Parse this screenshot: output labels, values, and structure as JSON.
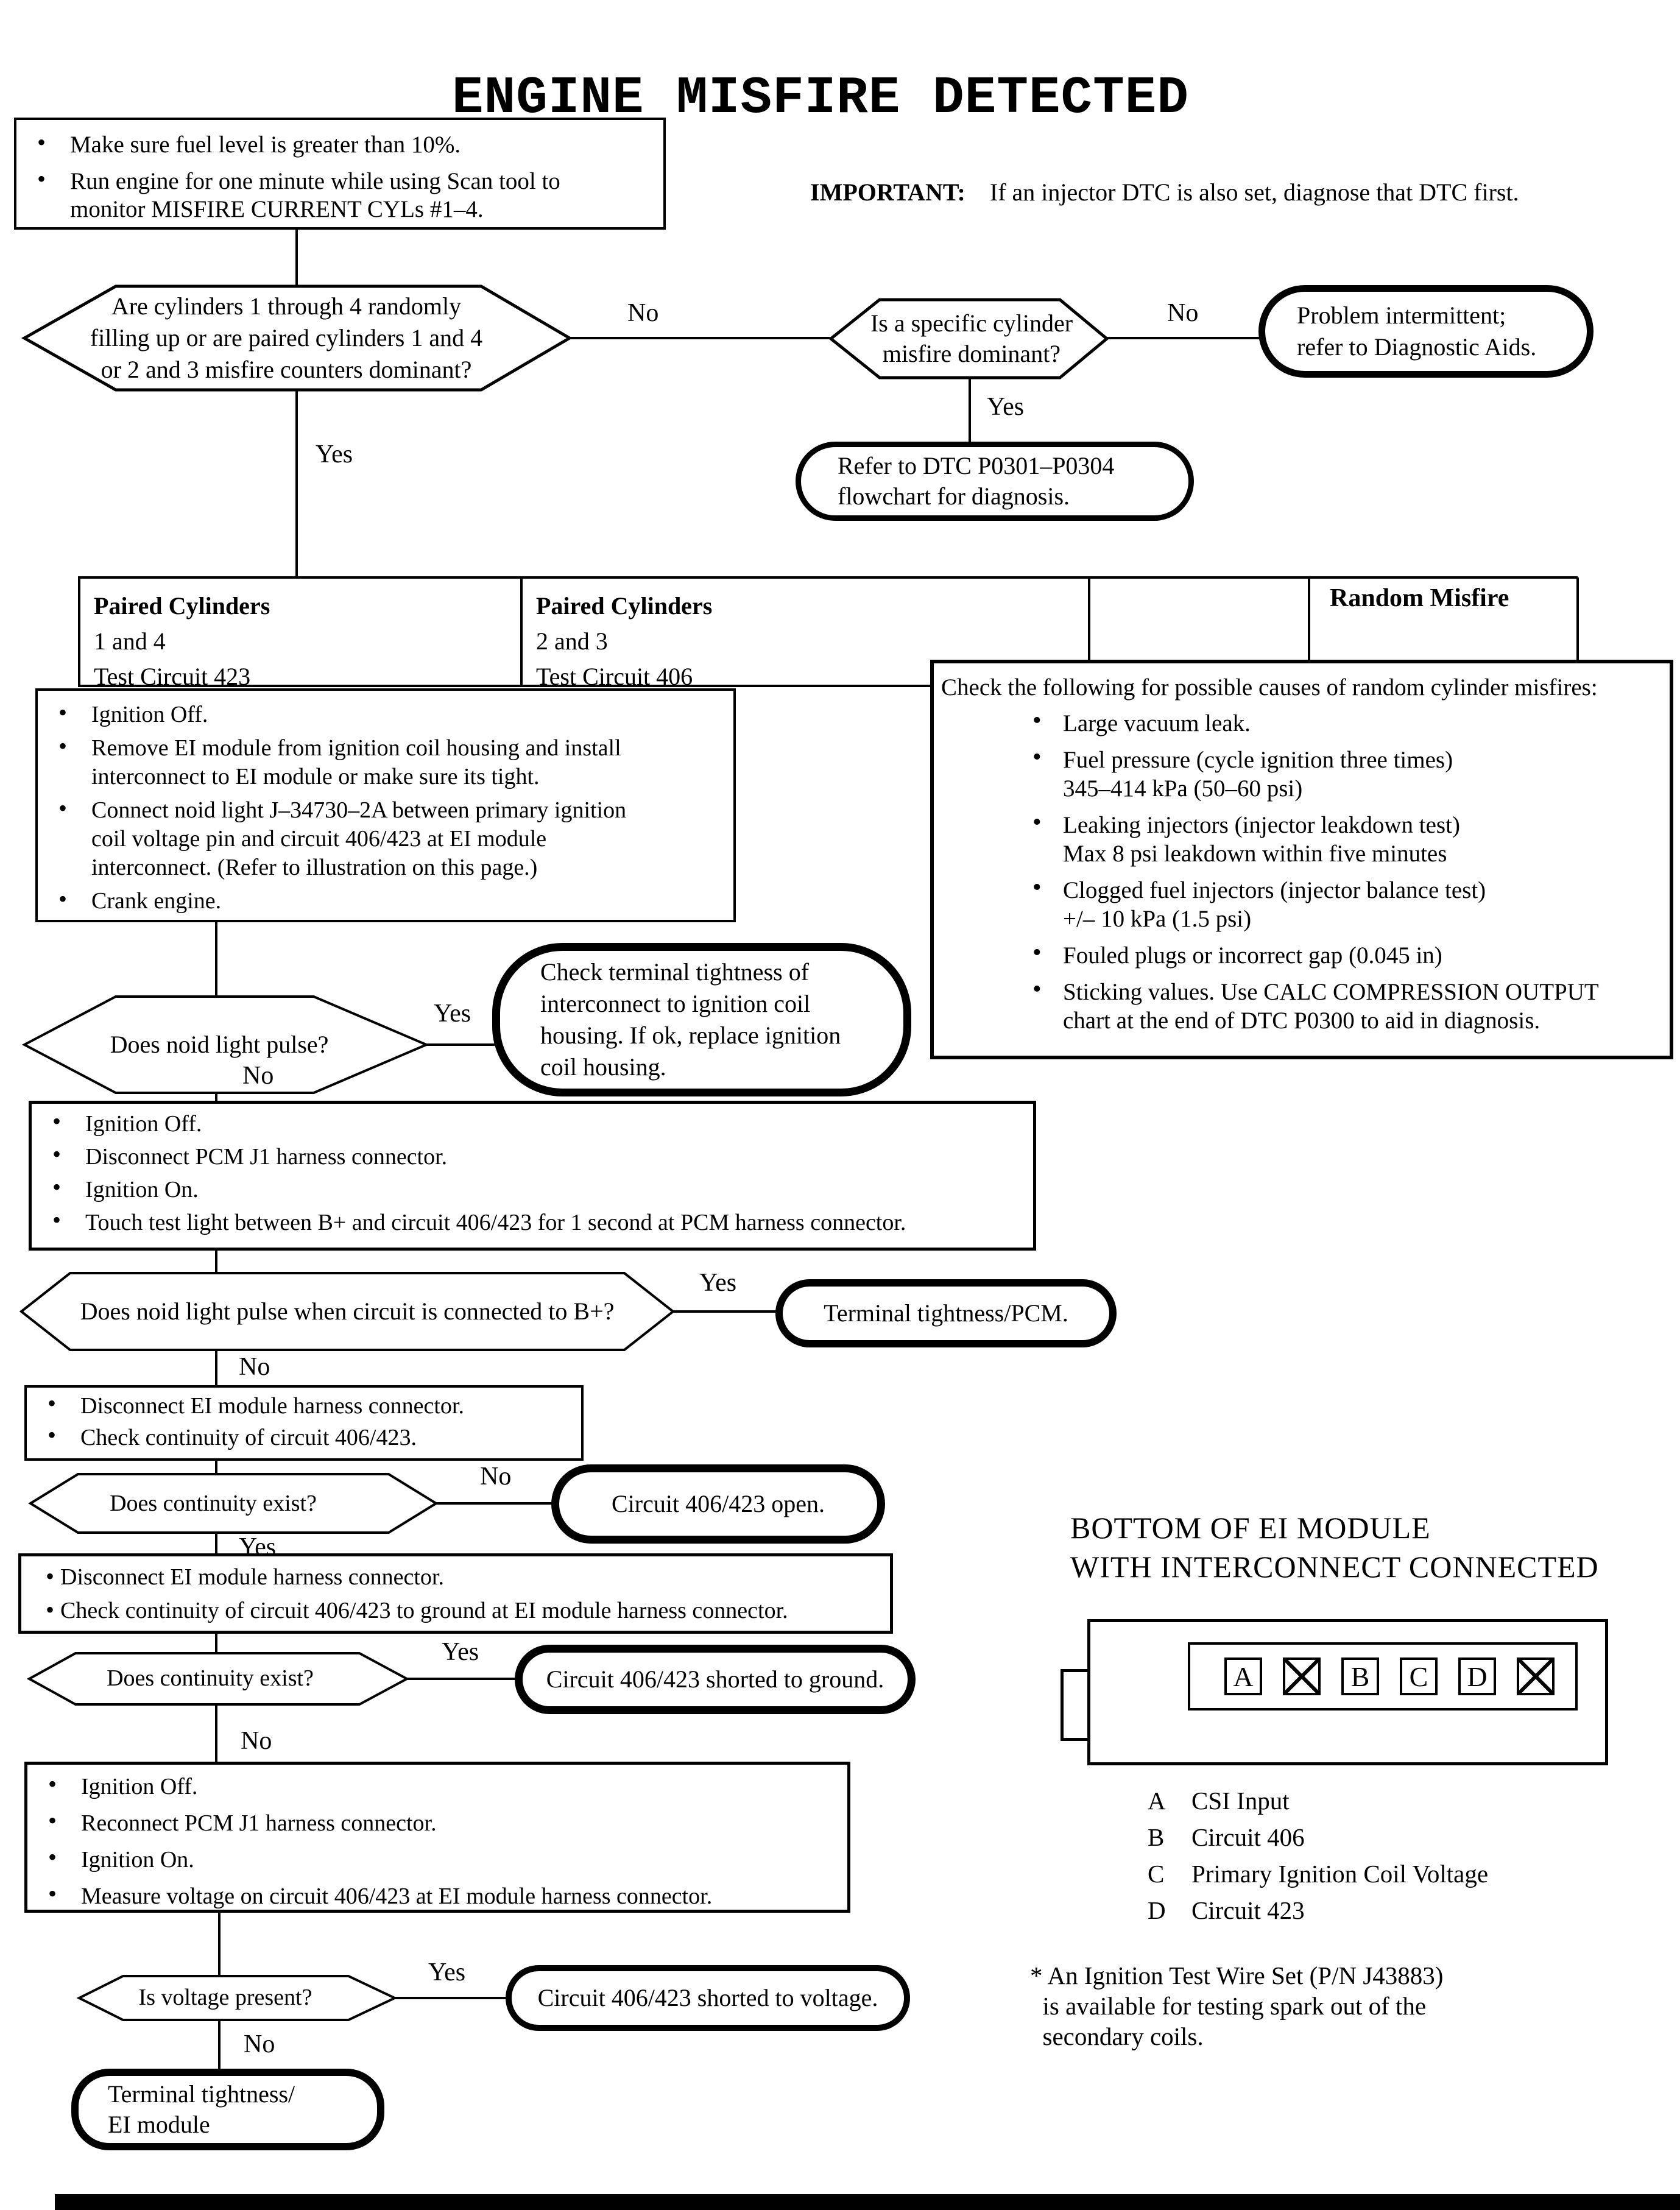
{
  "title": "ENGINE MISFIRE DETECTED",
  "important": {
    "label": "IMPORTANT:",
    "text": "If an injector DTC is also set, diagnose that DTC first."
  },
  "labels": {
    "yes": "Yes",
    "no": "No"
  },
  "prep_box": {
    "bullets": [
      "Make sure fuel level is greater than 10%.",
      "Run engine for one minute while using Scan tool to\nmonitor MISFIRE CURRENT CYLs #1–4."
    ]
  },
  "decisions": {
    "random_or_paired": "Are cylinders 1 through 4  randomly\nfilling up or are paired cylinders 1 and 4\nor 2 and 3 misfire counters dominant?",
    "specific_dominant": "Is a specific cylinder\nmisfire dominant?",
    "noid_pulse": "Does noid light pulse?",
    "noid_pulse_b_plus": "Does noid light pulse when circuit is connected to B+?",
    "continuity_1": "Does continuity exist?",
    "continuity_2": "Does continuity exist?",
    "voltage_present": "Is voltage present?"
  },
  "terminals": {
    "problem_intermittent": "Problem intermittent;\nrefer to Diagnostic Aids.",
    "refer_dtc": "Refer to DTC P0301–P0304\nflowchart for diagnosis.",
    "check_terminal_housing": "Check terminal tightness of\ninterconnect to ignition coil\nhousing. If ok, replace ignition\ncoil housing.",
    "terminal_tightness_pcm": "Terminal tightness/PCM.",
    "circuit_open": "Circuit 406/423 open.",
    "shorted_ground": "Circuit 406/423 shorted to ground.",
    "shorted_voltage": "Circuit 406/423 shorted to voltage.",
    "terminal_tightness_ei": "Terminal tightness/\nEI module"
  },
  "headers": {
    "col1": {
      "title": "Paired Cylinders",
      "line1": "1 and 4",
      "line2": "Test Circuit 423"
    },
    "col2": {
      "title": "Paired Cylinders",
      "line1": "2 and 3",
      "line2": "Test Circuit 406"
    },
    "col3": {
      "title": "Random Misfire"
    }
  },
  "random_box": {
    "intro": "Check the following for possible causes of random cylinder misfires:",
    "bullets": [
      "Large vacuum leak.",
      "Fuel pressure  (cycle ignition three times)\n345–414 kPa (50–60 psi)",
      "Leaking injectors (injector leakdown test)\nMax 8 psi leakdown within five minutes",
      "Clogged fuel injectors (injector balance test)\n+/– 10 kPa (1.5 psi)",
      "Fouled plugs or incorrect gap (0.045 in)",
      "Sticking values.  Use CALC COMPRESSION OUTPUT\nchart at the end of DTC P0300 to aid in diagnosis."
    ]
  },
  "step_boxes": {
    "noid_setup": {
      "bullets": [
        "Ignition Off.",
        "Remove EI module from ignition coil housing and install\ninterconnect to EI module or make sure its tight.",
        "Connect noid light J–34730–2A between primary ignition\n coil voltage pin and circuit 406/423 at EI module\ninterconnect. (Refer to illustration on this page.)",
        "Crank engine."
      ]
    },
    "pcm_test": {
      "bullets": [
        "Ignition Off.",
        "Disconnect PCM J1 harness connector.",
        "Ignition On.",
        "Touch test light between B+ and circuit 406/423 for 1 second at PCM harness connector."
      ]
    },
    "continuity_check": {
      "bullets": [
        "Disconnect EI module harness connector.",
        "Check continuity of circuit 406/423."
      ]
    },
    "continuity_ground_check": {
      "bullets": [
        "Disconnect EI module harness connector.",
        "Check continuity of circuit 406/423 to ground at EI module harness connector."
      ]
    },
    "voltage_check": {
      "bullets": [
        "Ignition Off.",
        "Reconnect PCM J1 harness connector.",
        "Ignition On.",
        "Measure voltage on circuit 406/423 at EI module harness connector."
      ]
    }
  },
  "module_diagram": {
    "heading": "BOTTOM OF EI MODULE\nWITH INTERCONNECT CONNECTED",
    "pins": [
      {
        "label": "A",
        "type": "letter"
      },
      {
        "label": "",
        "type": "x"
      },
      {
        "label": "B",
        "type": "letter"
      },
      {
        "label": "C",
        "type": "letter"
      },
      {
        "label": "D",
        "type": "letter"
      },
      {
        "label": "",
        "type": "x"
      }
    ],
    "legend": [
      {
        "key": "A",
        "value": "CSI Input"
      },
      {
        "key": "B",
        "value": "Circuit 406"
      },
      {
        "key": "C",
        "value": "Primary Ignition Coil Voltage"
      },
      {
        "key": "D",
        "value": "Circuit 423"
      }
    ],
    "note": "* An Ignition Test Wire Set (P/N J43883)\n  is available for testing spark out of the\n  secondary coils."
  },
  "colors": {
    "ink": "#000000",
    "paper": "#ffffff"
  }
}
